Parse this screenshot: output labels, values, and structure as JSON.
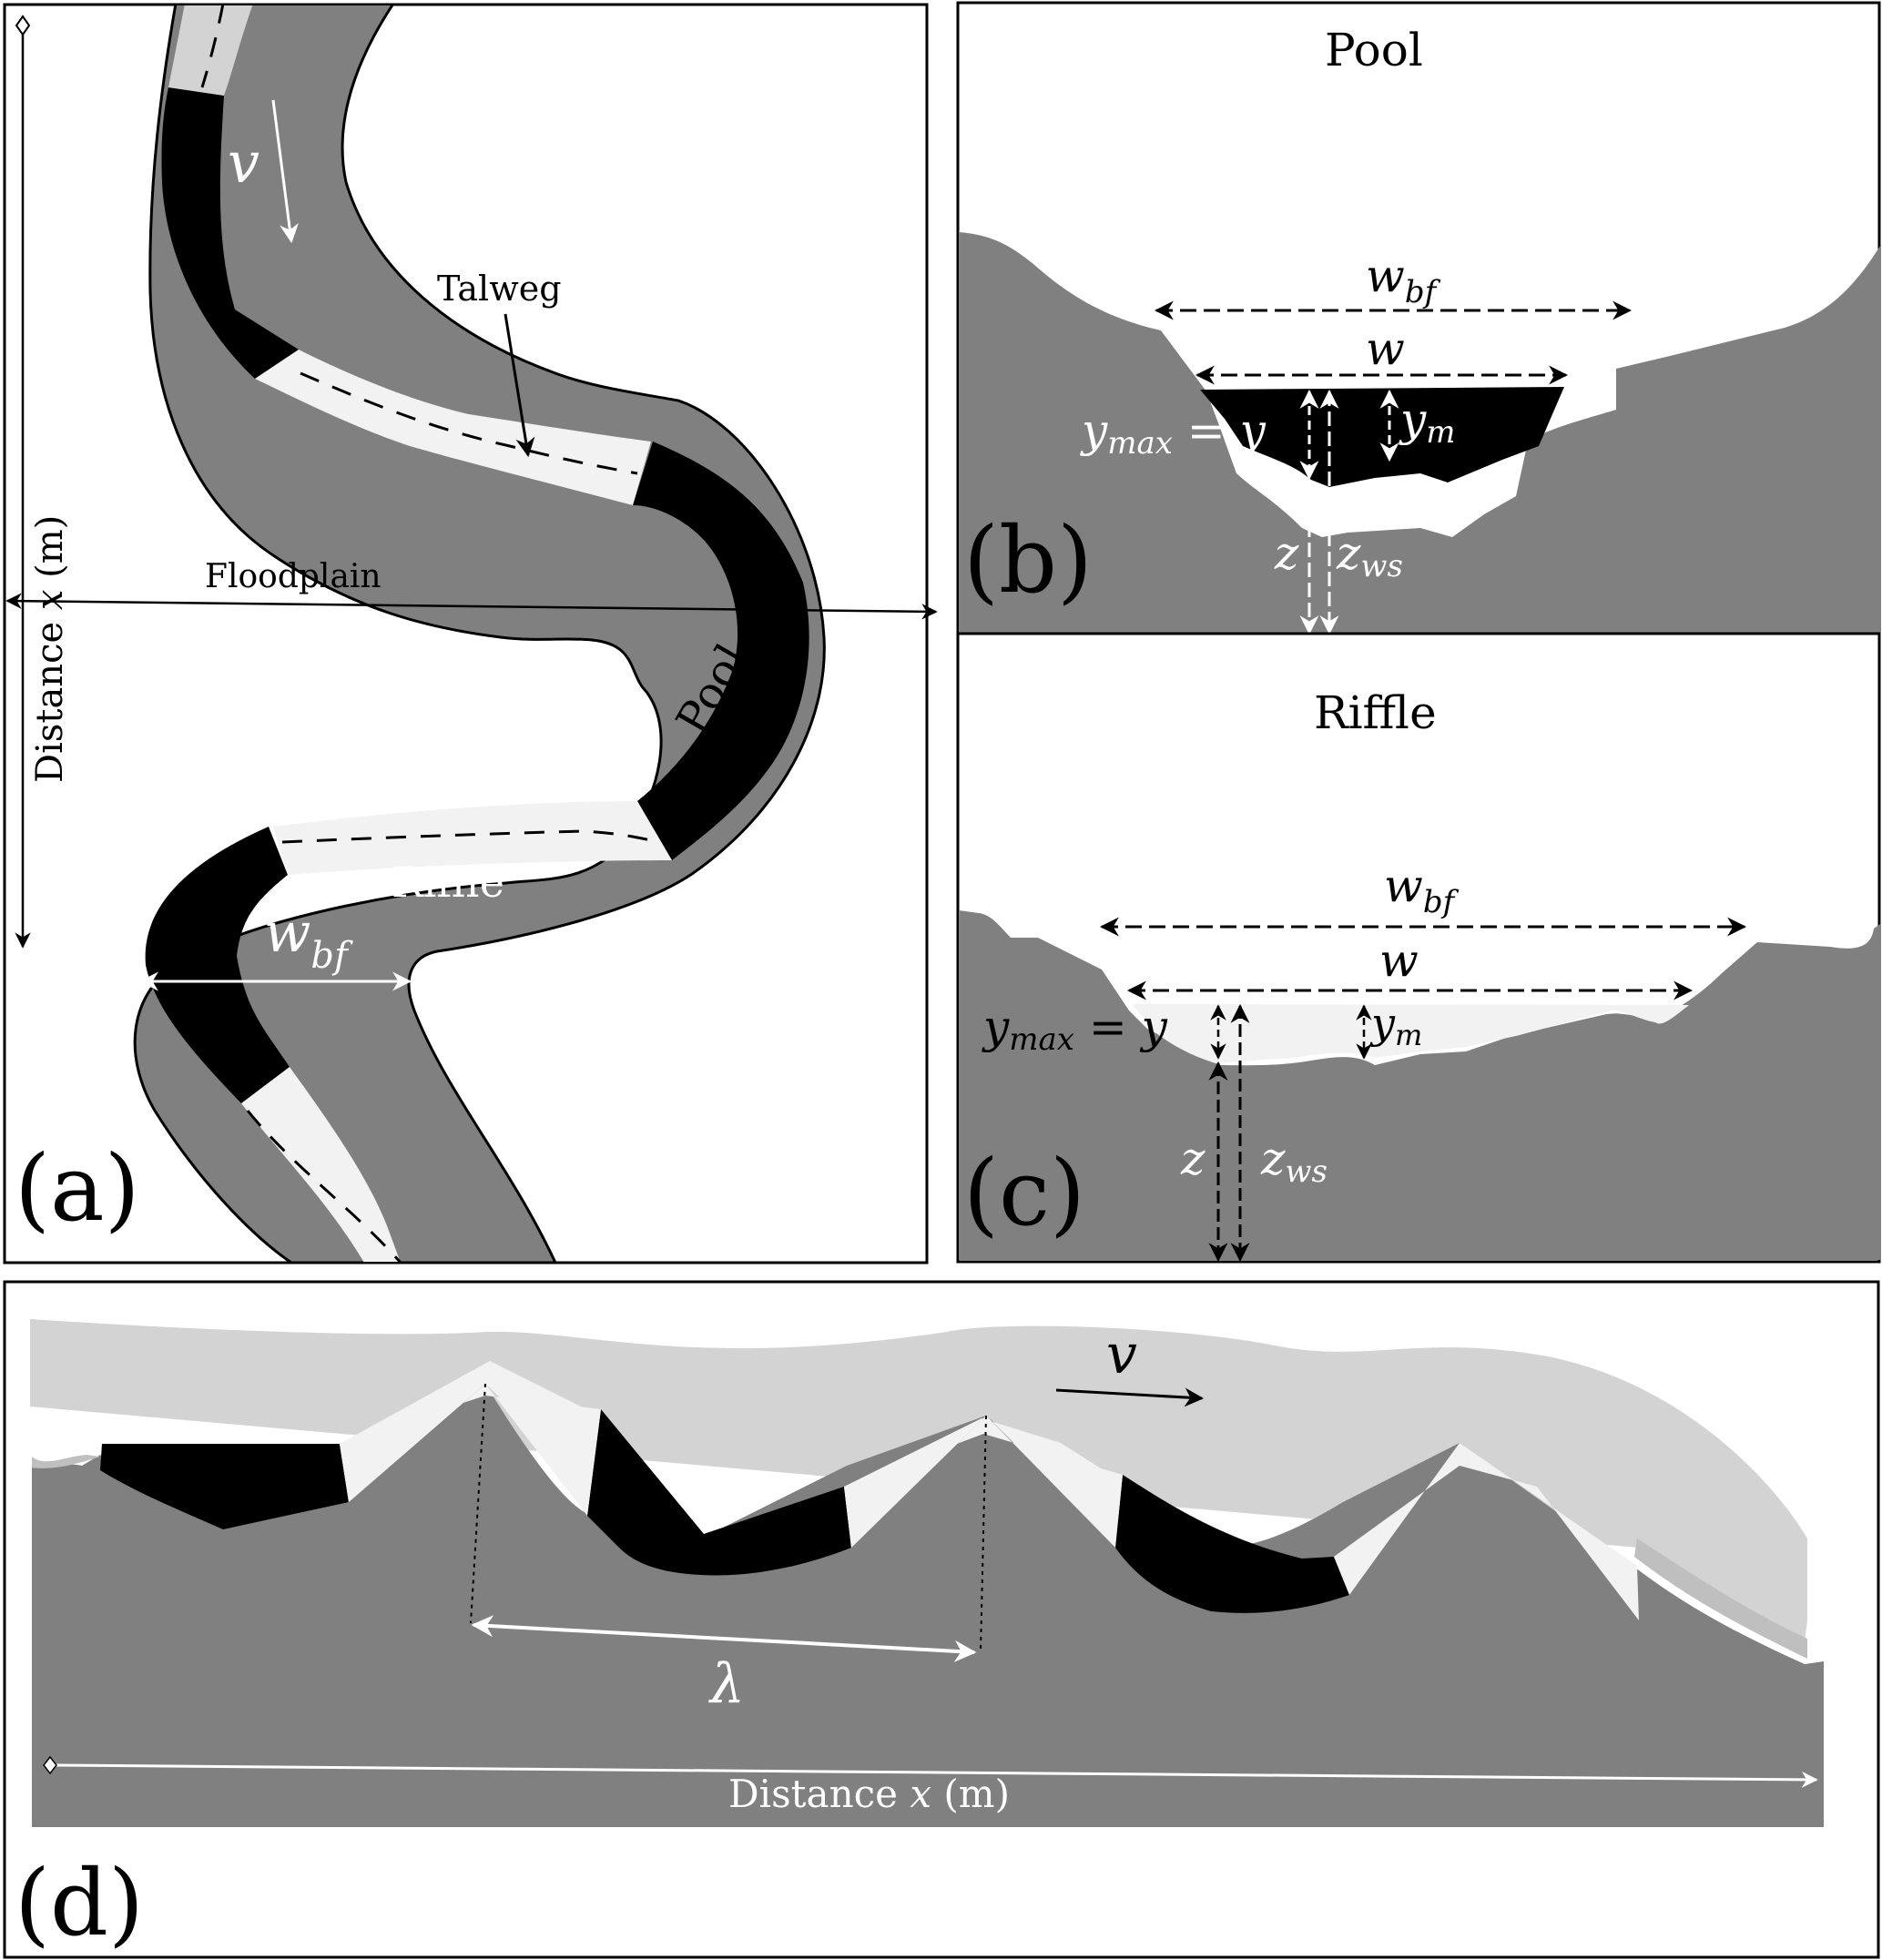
{
  "panels": {
    "a": {
      "tag": "(a)",
      "axis_label_prefix": "Distance ",
      "axis_label_var": "x",
      "axis_label_unit": " (m)",
      "floodplain": "Floodplain",
      "talweg": "Talweg",
      "velocity": "v",
      "pool": "Pool",
      "riffle": "Riffle",
      "wbf_main": "w",
      "wbf_sub": "bf"
    },
    "b": {
      "tag": "(b)",
      "title": "Pool",
      "wbf_main": "w",
      "wbf_sub": "bf",
      "w": "w",
      "ymax_main": "y",
      "ymax_sub": "max",
      "ymax_eq": " = y",
      "ym_main": "y",
      "ym_sub": "m",
      "z": "z",
      "zws_main": "z",
      "zws_sub": "ws"
    },
    "c": {
      "tag": "(c)",
      "title": "Riffle",
      "wbf_main": "w",
      "wbf_sub": "bf",
      "w": "w",
      "ymax_main": "y",
      "ymax_sub": "max",
      "ymax_eq": " = y",
      "ym_main": "y",
      "ym_sub": "m",
      "z": "z",
      "zws_main": "z",
      "zws_sub": "ws"
    },
    "d": {
      "tag": "(d)",
      "velocity": "v",
      "wavelength": "λ",
      "axis_label_prefix": "Distance ",
      "axis_label_var": "x",
      "axis_label_unit": " (m)"
    }
  },
  "colors": {
    "bed": "#808080",
    "pool": "#000000",
    "riffle": "#f2f2f2",
    "water": "#d3d3d3",
    "outline": "#000000",
    "background": "#ffffff"
  }
}
